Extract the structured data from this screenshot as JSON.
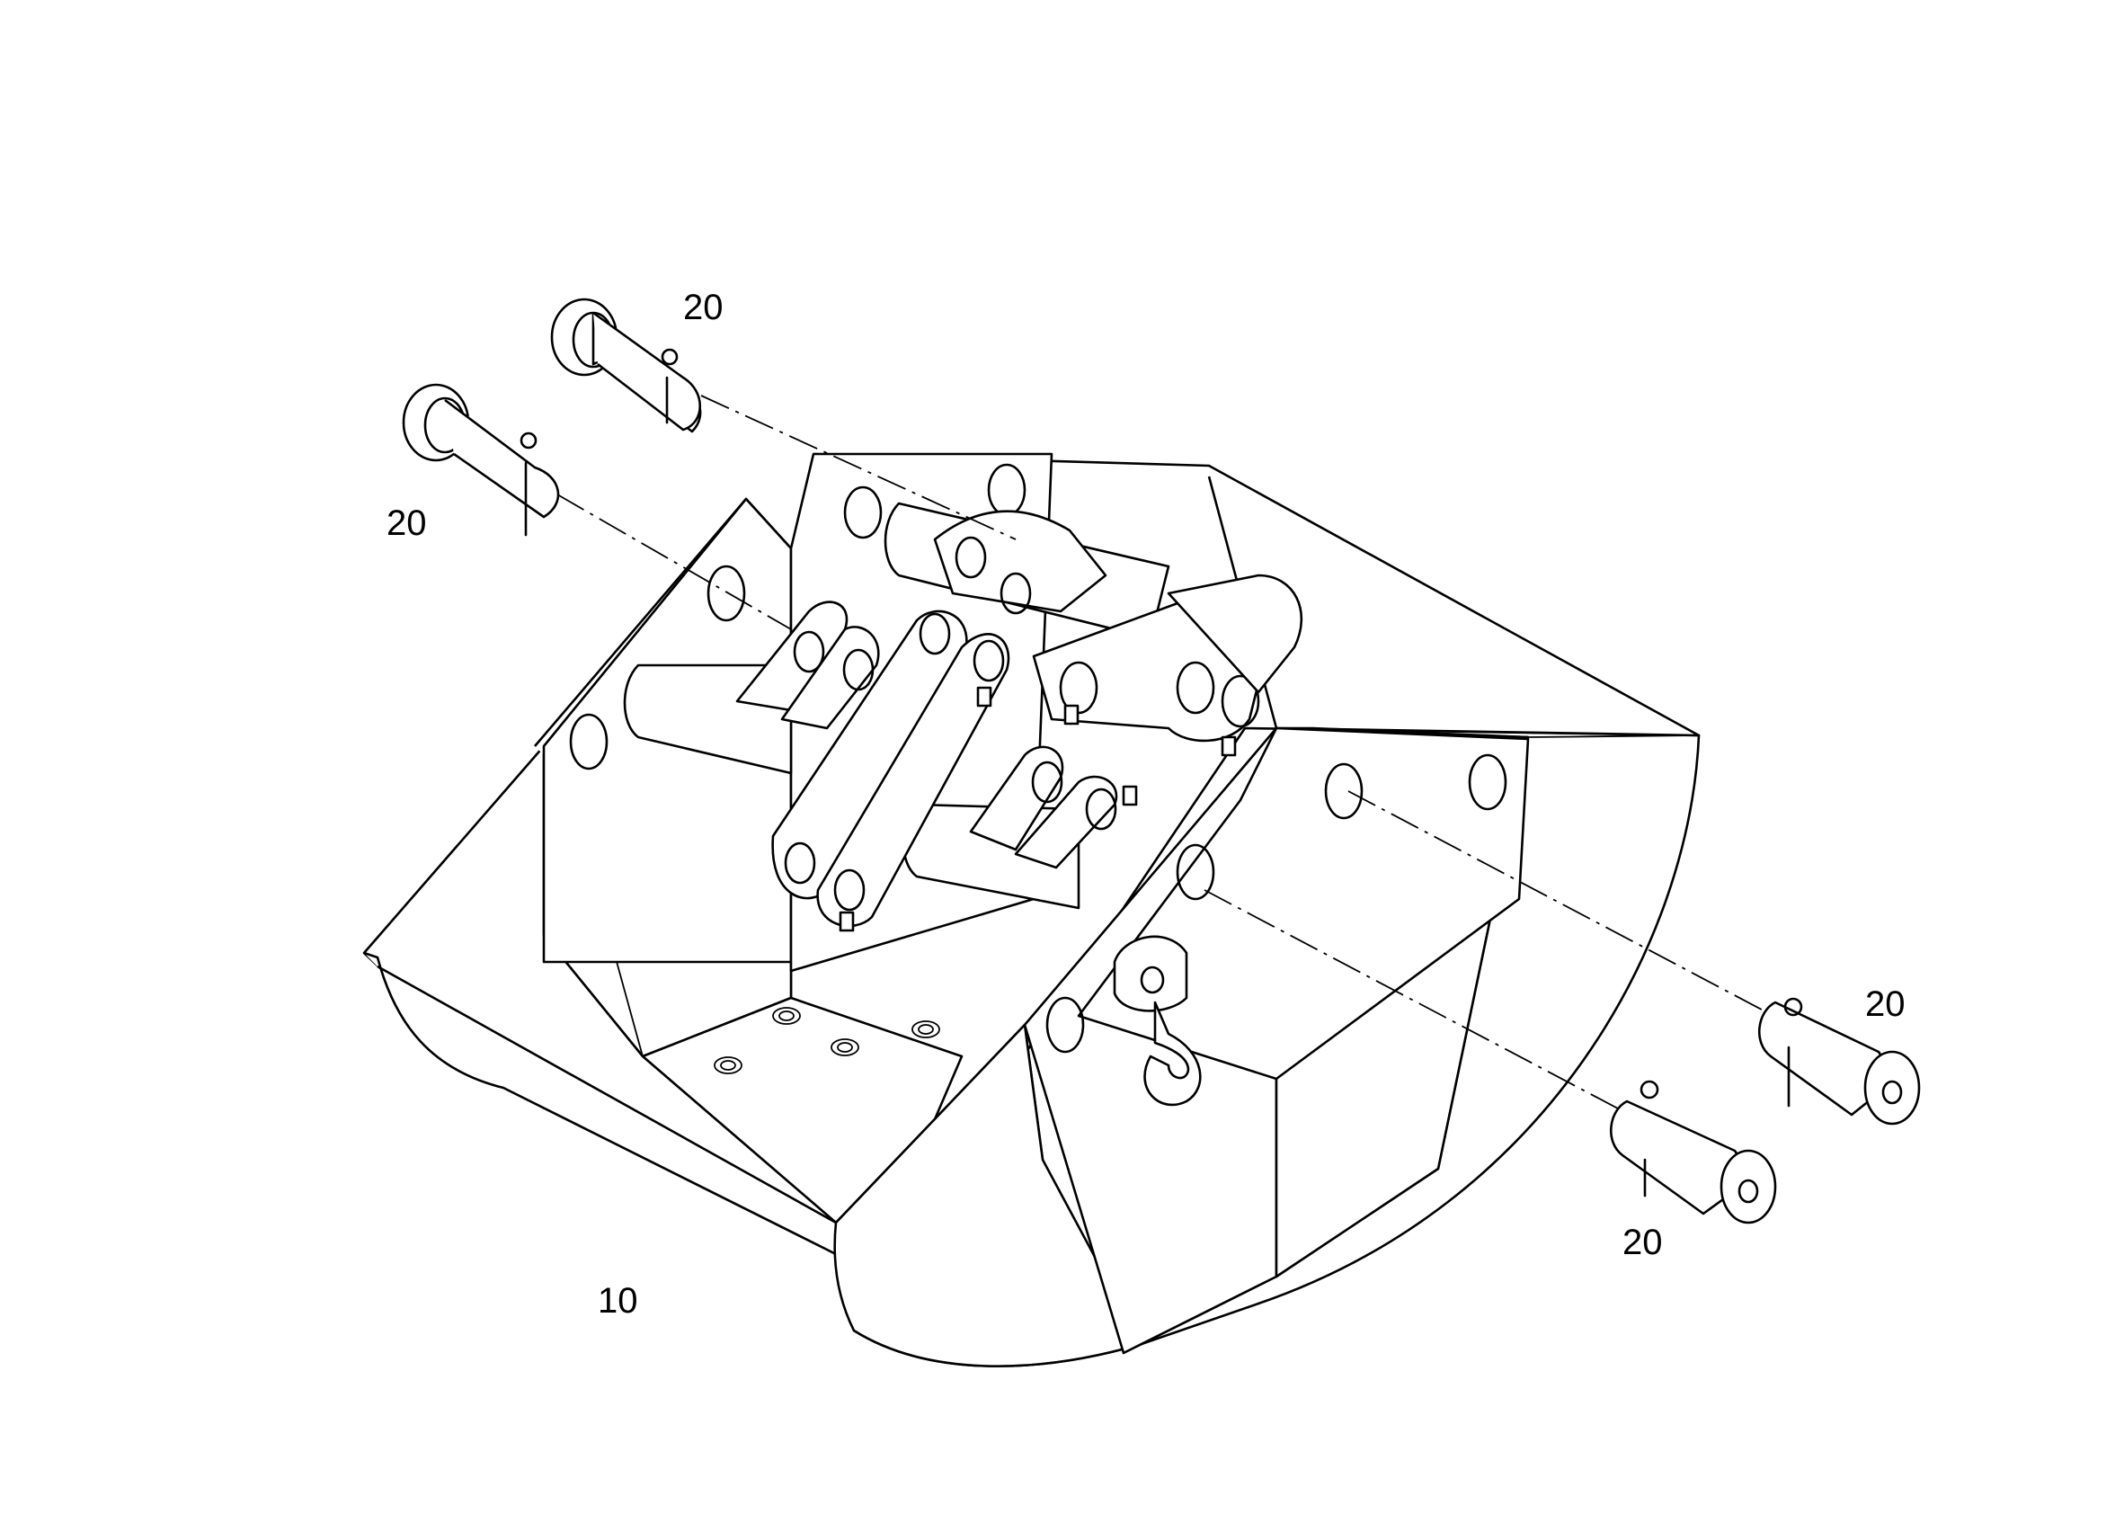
{
  "callouts": [
    {
      "id": "pin-upper-left",
      "text": "20"
    },
    {
      "id": "pin-lower-left",
      "text": "20"
    },
    {
      "id": "pin-upper-right",
      "text": "20"
    },
    {
      "id": "pin-lower-right",
      "text": "20"
    },
    {
      "id": "bucket",
      "text": "10"
    }
  ]
}
